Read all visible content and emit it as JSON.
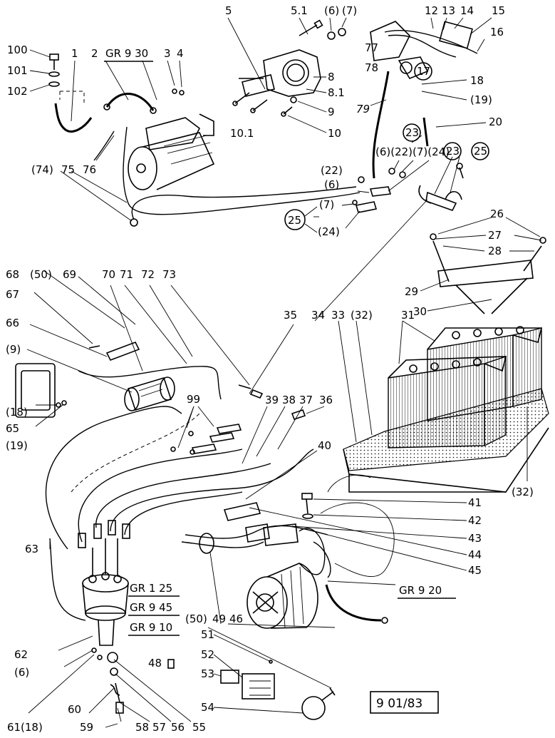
{
  "diagram": {
    "stamp": "9 01/83",
    "group_refs": [
      "GR 9 30",
      "GR 1 25",
      "GR 9 45",
      "GR 9 10",
      "GR 9 20"
    ],
    "callouts": {
      "n100": "100",
      "n101": "101",
      "n102": "102",
      "n1": "1",
      "n2": "2",
      "n3": "3",
      "n4": "4",
      "n5": "5",
      "n5_1": "5.1",
      "n6p_top": "(6)",
      "n7p_top": "(7)",
      "n8": "8",
      "n8_1": "8.1",
      "n9": "9",
      "n10": "10",
      "n10_1": "10.1",
      "n12": "12",
      "n13": "13",
      "n14": "14",
      "n15": "15",
      "n16": "16",
      "n17": "17",
      "n18": "18",
      "n19p": "(19)",
      "n20": "20",
      "n77": "77",
      "n78": "78",
      "n79": "79",
      "n23a": "23",
      "n23b": "23",
      "n25a": "25",
      "n25b": "25",
      "n6_22_7_24": "(6)(22)(7)(24)",
      "n22p": "(22)",
      "n6p_mid": "(6)",
      "n7p_mid": "(7)",
      "n24p": "(24)",
      "n74p": "(74)",
      "n75": "75",
      "n76": "76",
      "n26": "26",
      "n27": "27",
      "n28": "28",
      "n29": "29",
      "n30": "30",
      "n31": "31",
      "n32p_a": "(32)",
      "n32p_b": "(32)",
      "n33": "33",
      "n34": "34",
      "n35": "35",
      "n36": "36",
      "n37": "37",
      "n38": "38",
      "n39": "39",
      "n40": "40",
      "n41": "41",
      "n42": "42",
      "n43": "43",
      "n44": "44",
      "n45": "45",
      "n46": "46",
      "n49": "49",
      "n50p_a": "(50)",
      "n50p_b": "(50)",
      "n51": "51",
      "n52": "52",
      "n53": "53",
      "n54": "54",
      "n55": "55",
      "n56": "56",
      "n57": "57",
      "n58": "58",
      "n59": "59",
      "n60": "60",
      "n61": "61",
      "n18p_b": "(18)",
      "n62": "62",
      "n6p_low": "(6)",
      "n63": "63",
      "n65": "65",
      "n18p_a": "(18)",
      "n19p_a": "(19)",
      "n9p": "(9)",
      "n66": "66",
      "n67": "67",
      "n68": "68",
      "n69": "69",
      "n70": "70",
      "n71": "71",
      "n72": "72",
      "n73": "73",
      "n99": "99",
      "n48": "48"
    }
  }
}
